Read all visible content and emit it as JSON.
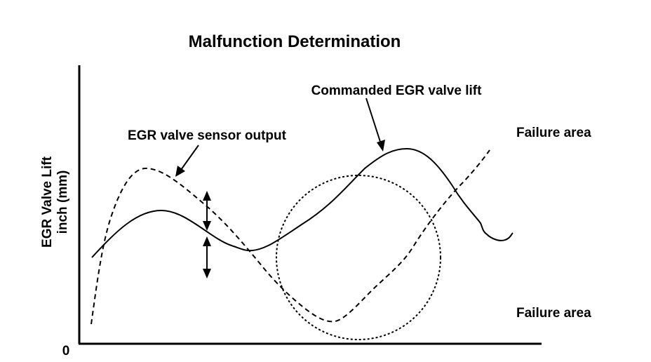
{
  "title": "Malfunction Determination",
  "y_axis_label_line1": "EGR Valve Lift",
  "y_axis_label_line2": "inch (mm)",
  "origin_label": "0",
  "labels": {
    "commanded": "Commanded EGR valve lift",
    "sensor": "EGR valve sensor output",
    "failure_upper": "Failure area",
    "failure_lower": "Failure area"
  },
  "colors": {
    "ink": "#000000",
    "background": "#ffffff"
  }
}
